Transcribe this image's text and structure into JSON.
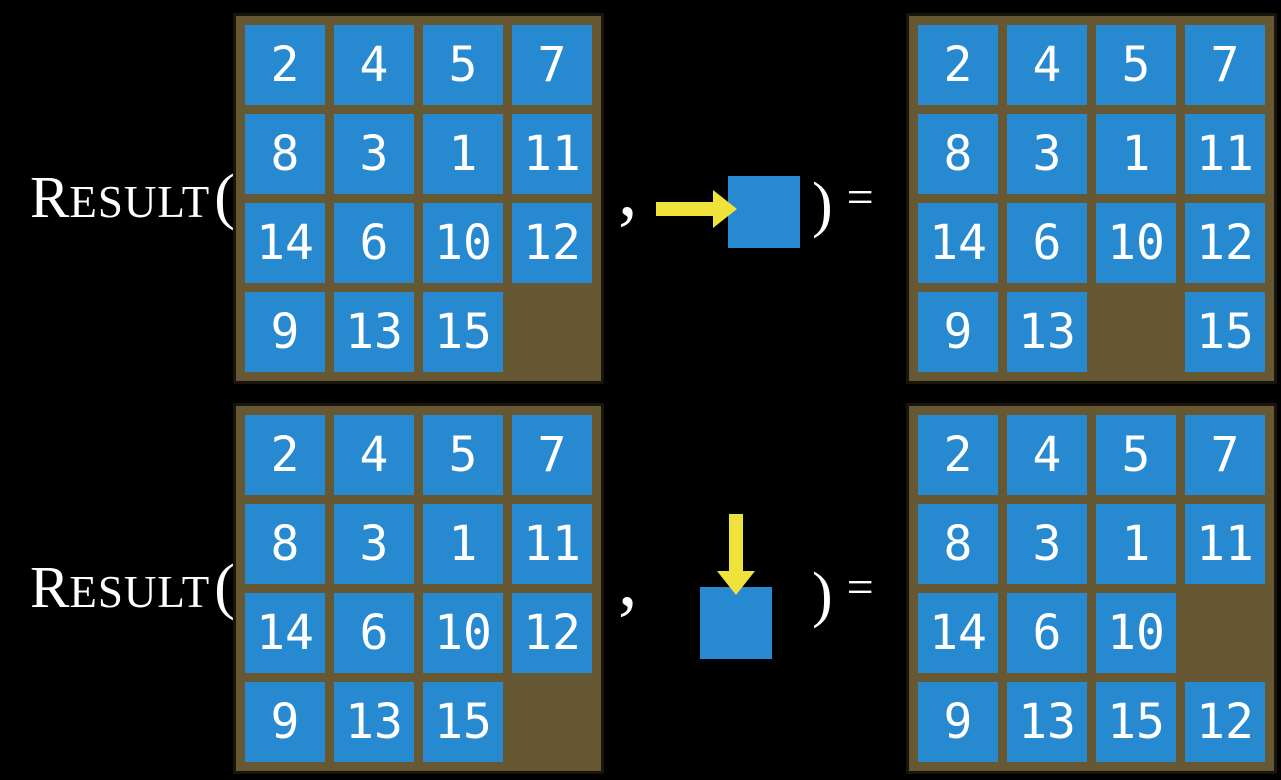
{
  "colors": {
    "background": "#000000",
    "board_frame": "#665833",
    "board_frame_border": "#1a150c",
    "tile_blue": "#2789d0",
    "tile_text": "#ffffff",
    "arrow_yellow": "#efe23a",
    "label_text": "#ffffff"
  },
  "label": {
    "initial": "R",
    "rest": "ESULT",
    "open_paren": "(",
    "comma": ",",
    "close_paren": ")",
    "equals": "="
  },
  "rows": [
    {
      "name": "move-right-example",
      "move_direction": "right",
      "input_board": [
        2,
        4,
        5,
        7,
        8,
        3,
        1,
        11,
        14,
        6,
        10,
        12,
        9,
        13,
        15,
        null
      ],
      "output_board": [
        2,
        4,
        5,
        7,
        8,
        3,
        1,
        11,
        14,
        6,
        10,
        12,
        9,
        13,
        null,
        15
      ]
    },
    {
      "name": "move-down-example",
      "move_direction": "down",
      "input_board": [
        2,
        4,
        5,
        7,
        8,
        3,
        1,
        11,
        14,
        6,
        10,
        12,
        9,
        13,
        15,
        null
      ],
      "output_board": [
        2,
        4,
        5,
        7,
        8,
        3,
        1,
        11,
        14,
        6,
        10,
        null,
        9,
        13,
        15,
        12
      ]
    }
  ]
}
